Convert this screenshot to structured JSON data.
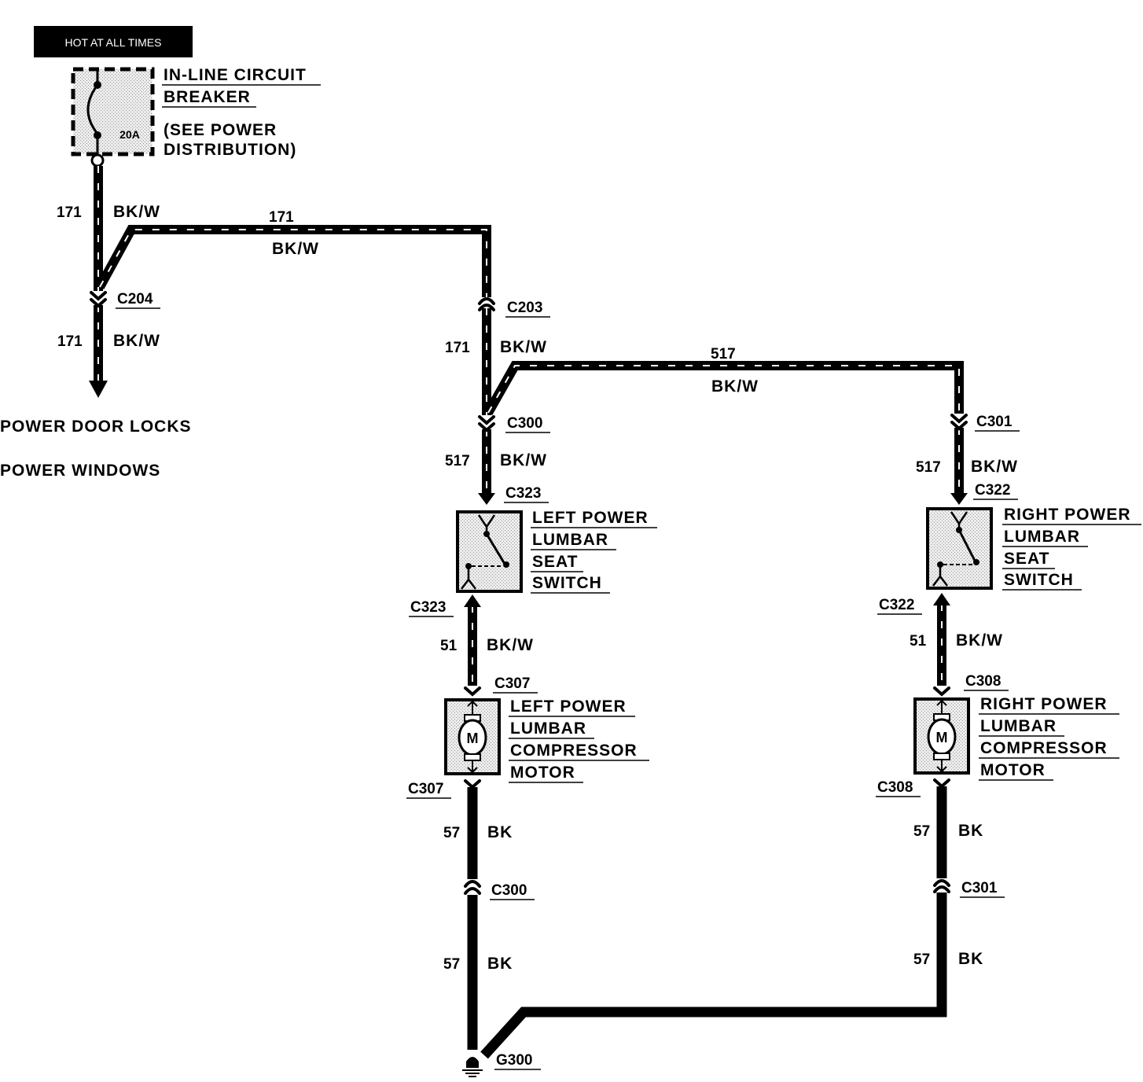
{
  "supply": {
    "hot_label": "HOT AT ALL TIMES",
    "breaker_rating": "20A",
    "breaker_name_lines": [
      "IN-LINE CIRCUIT",
      "BREAKER"
    ],
    "breaker_note_lines": [
      "(SEE POWER",
      "DISTRIBUTION)"
    ]
  },
  "branches": {
    "lines": [
      "POWER DOOR LOCKS",
      "POWER WINDOWS"
    ]
  },
  "wires": {
    "w1_num": "171",
    "w1_color": "BK/W",
    "w2_num": "171",
    "w2_color": "BK/W",
    "w3_num": "171",
    "w3_color": "BK/W",
    "w4_num": "171",
    "w4_color": "BK/W",
    "w5_num": "517",
    "w5_color": "BK/W",
    "w6_num": "517",
    "w6_color": "BK/W",
    "w7_num": "517",
    "w7_color": "BK/W",
    "w8_num": "51",
    "w8_color": "BK/W",
    "w9_num": "51",
    "w9_color": "BK/W",
    "w10_num": "57",
    "w10_color": "BK",
    "w11_num": "57",
    "w11_color": "BK",
    "w12_num": "57",
    "w12_color": "BK",
    "w13_num": "57",
    "w13_color": "BK"
  },
  "connectors": {
    "c204": "C204",
    "c203": "C203",
    "c300_top": "C300",
    "c301_top": "C301",
    "c323_top": "C323",
    "c322_top": "C322",
    "c323_bot": "C323",
    "c322_bot": "C322",
    "c307_top": "C307",
    "c308_top": "C308",
    "c307_bot": "C307",
    "c308_bot": "C308",
    "c300_bot": "C300",
    "c301_bot": "C301",
    "ground": "G300"
  },
  "components": {
    "left_switch": [
      "LEFT POWER",
      "LUMBAR",
      "SEAT",
      "SWITCH"
    ],
    "right_switch": [
      "RIGHT POWER",
      "LUMBAR",
      "SEAT",
      "SWITCH"
    ],
    "left_motor": [
      "LEFT POWER",
      "LUMBAR",
      "COMPRESSOR",
      "MOTOR"
    ],
    "right_motor": [
      "RIGHT POWER",
      "LUMBAR",
      "COMPRESSOR",
      "MOTOR"
    ],
    "motor_symbol": "M"
  }
}
